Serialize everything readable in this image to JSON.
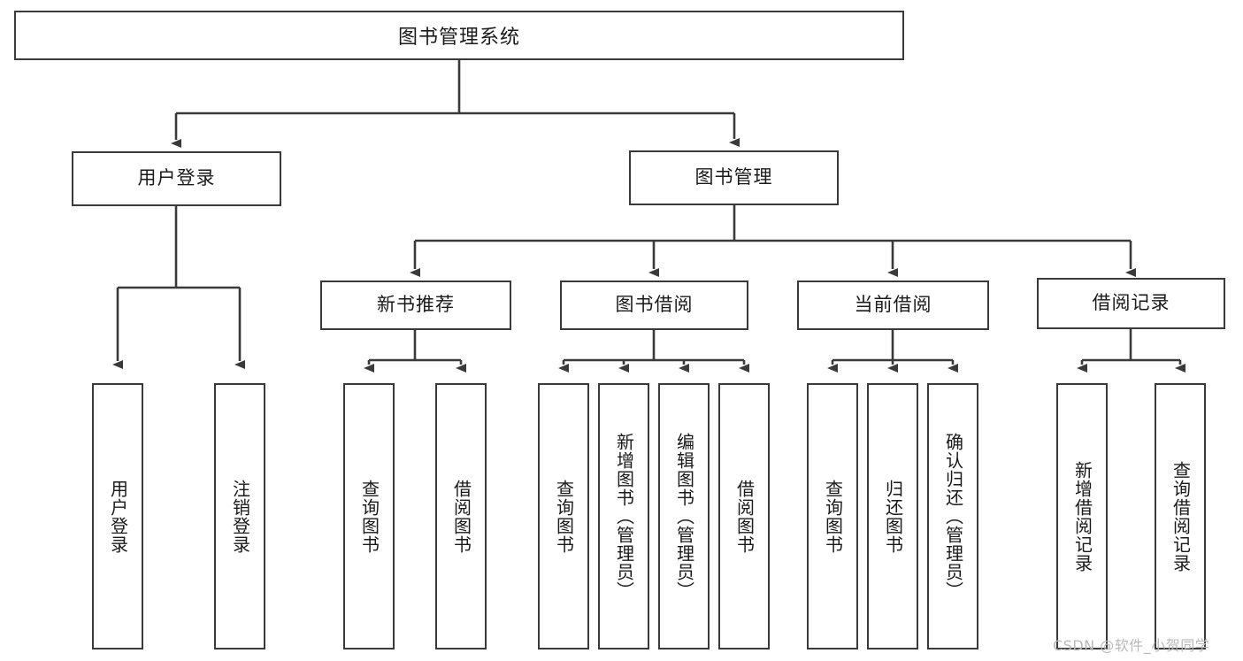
{
  "diagram": {
    "type": "tree-hierarchy",
    "root": {
      "label": "图书管理系统"
    },
    "level1": [
      {
        "label": "用户登录"
      },
      {
        "label": "图书管理"
      }
    ],
    "level2": [
      {
        "label": "新书推荐",
        "parent": "图书管理"
      },
      {
        "label": "图书借阅",
        "parent": "图书管理"
      },
      {
        "label": "当前借阅",
        "parent": "图书管理"
      },
      {
        "label": "借阅记录",
        "parent": "图书管理"
      }
    ],
    "leaves": [
      {
        "label": "用户登录",
        "parent": "用户登录"
      },
      {
        "label": "注销登录",
        "parent": "用户登录"
      },
      {
        "label": "查询图书",
        "parent": "新书推荐"
      },
      {
        "label": "借阅图书",
        "parent": "新书推荐"
      },
      {
        "label": "查询图书",
        "parent": "图书借阅"
      },
      {
        "label": "新增图书（管理员）",
        "parent": "图书借阅"
      },
      {
        "label": "编辑图书（管理员）",
        "parent": "图书借阅"
      },
      {
        "label": "借阅图书",
        "parent": "图书借阅"
      },
      {
        "label": "查询图书",
        "parent": "当前借阅"
      },
      {
        "label": "归还图书",
        "parent": "当前借阅"
      },
      {
        "label": "确认归还（管理员）",
        "parent": "当前借阅"
      },
      {
        "label": "新增借阅记录",
        "parent": "借阅记录"
      },
      {
        "label": "查询借阅记录",
        "parent": "借阅记录"
      }
    ],
    "watermark": "CSDN @软件_小贺同学",
    "colors": {
      "stroke": "#3a3a3a",
      "fill": "#ffffff",
      "text": "#1a1a1a",
      "watermark": "#b9b9b9"
    }
  }
}
